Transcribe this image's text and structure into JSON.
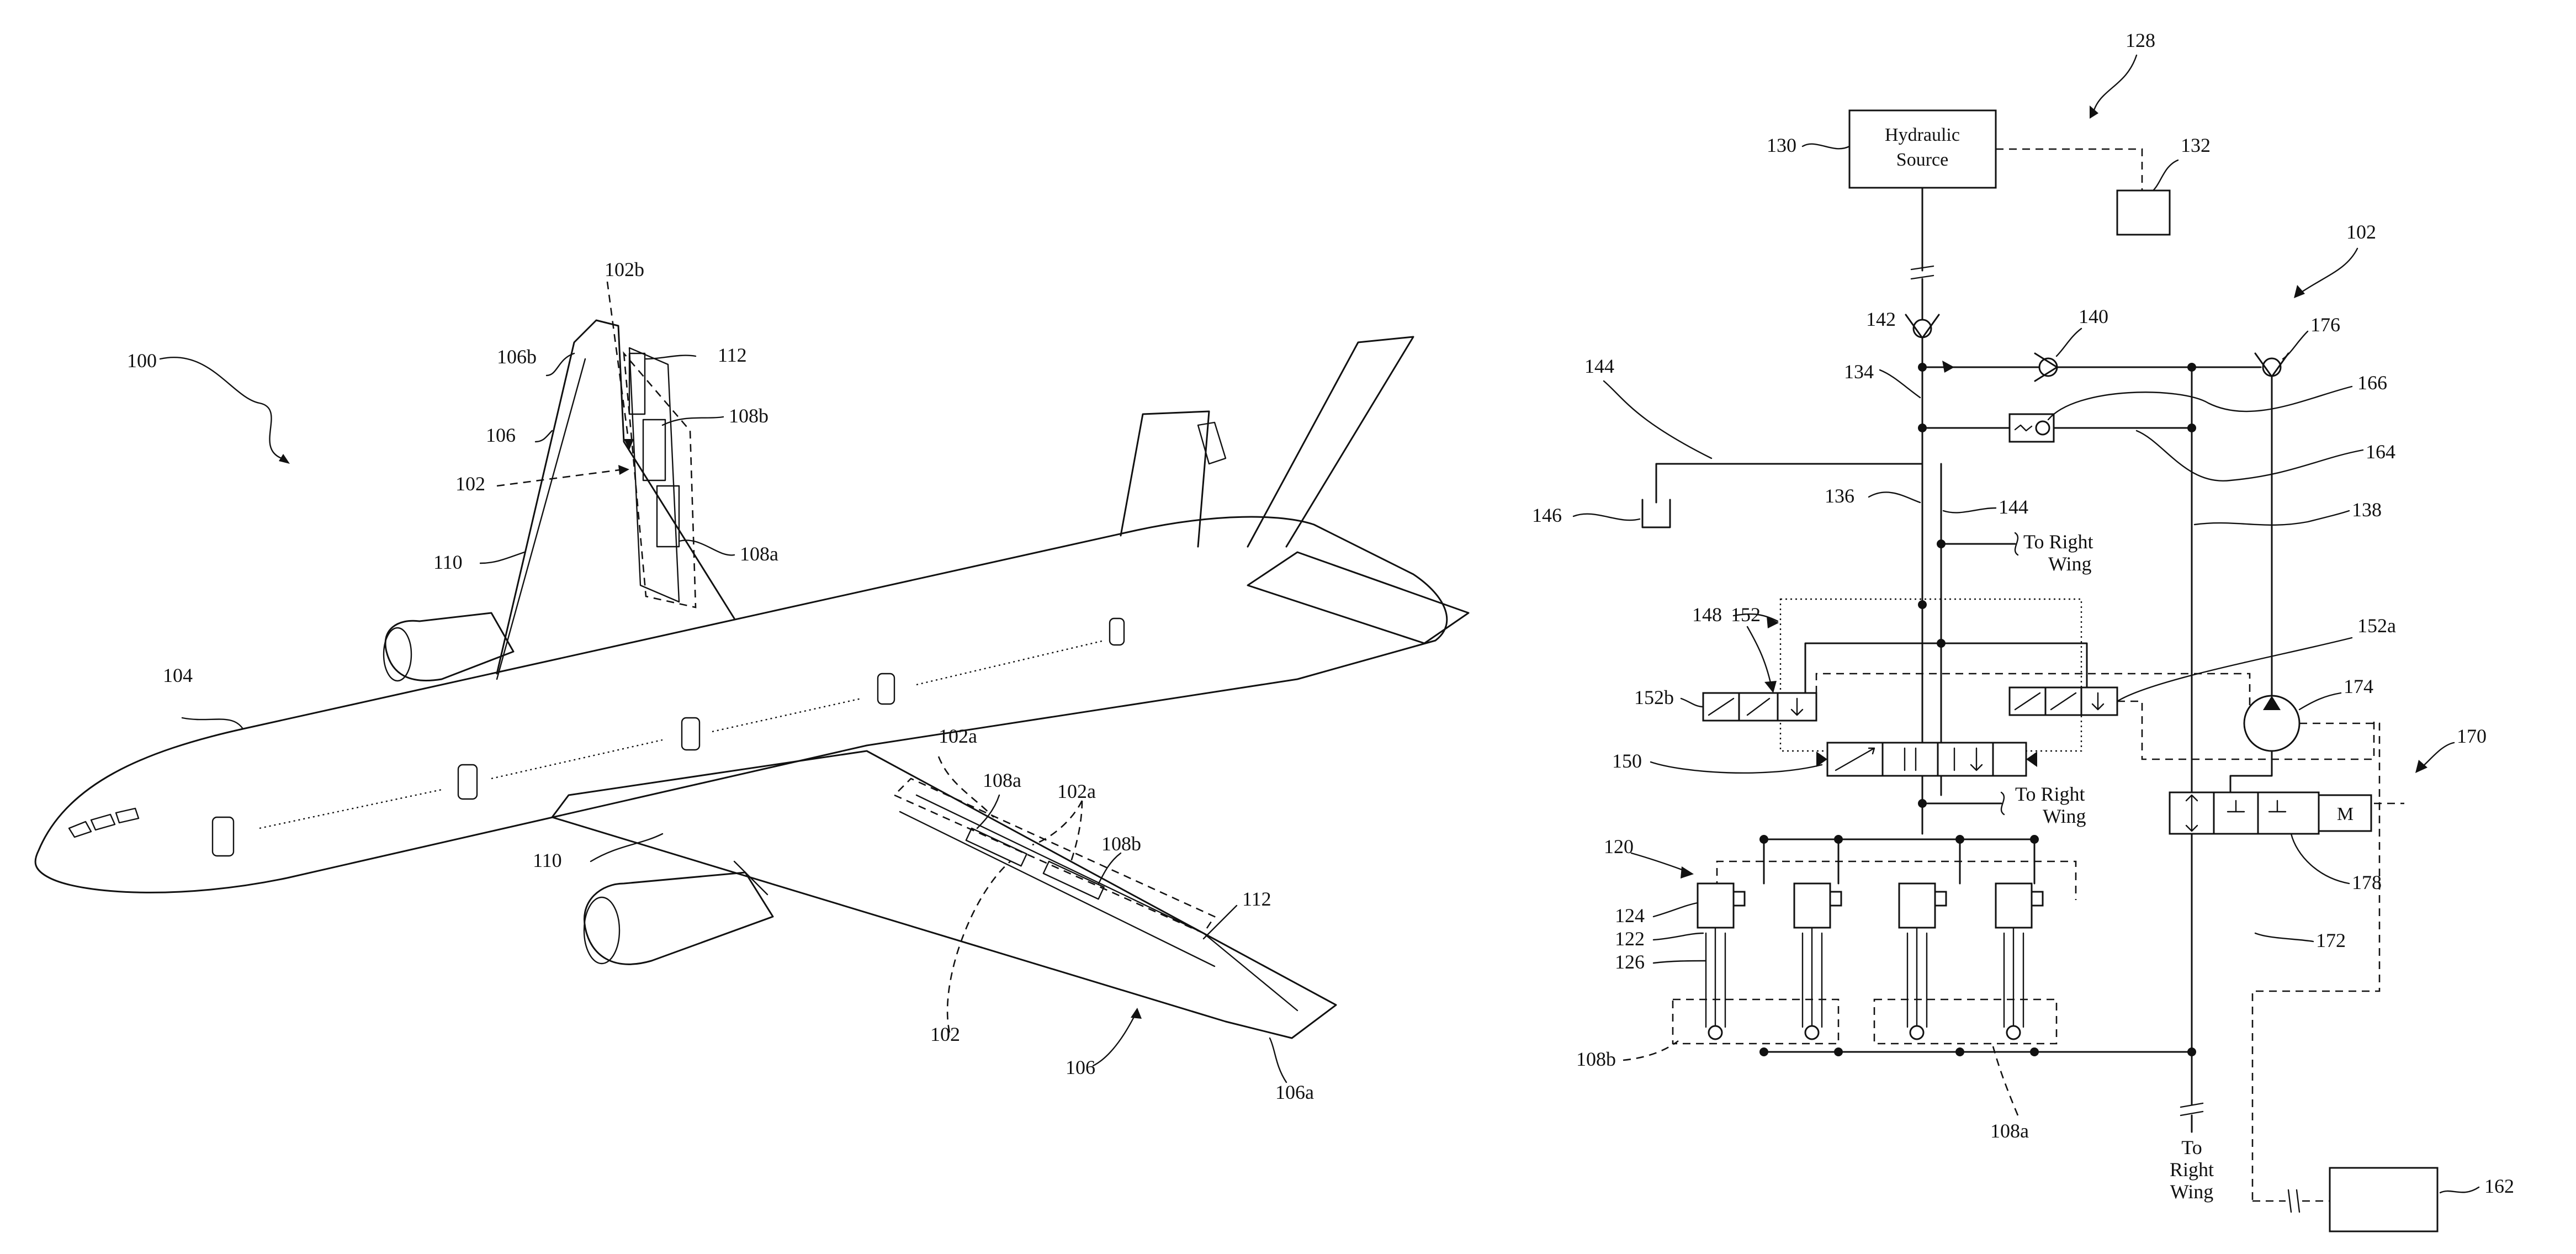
{
  "airplane_labels": {
    "aircraft": "100",
    "fuselage": "104",
    "wing_left": "106",
    "wing_left_tip": "106b",
    "wing_right": "106",
    "wing_right_tip": "106a",
    "system_left": "102",
    "system_left_b": "102b",
    "system_right": "102",
    "system_right_a1": "102a",
    "system_right_a2": "102a",
    "engine_left": "110",
    "engine_right": "110",
    "flap_left": "112",
    "flap_right": "112",
    "panel_left_a": "108a",
    "panel_left_b": "108b",
    "panel_right_a": "108a",
    "panel_right_b": "108b"
  },
  "schematic_labels": {
    "system_ref": "128",
    "hydraulic_source_line1": "Hydraulic",
    "hydraulic_source_line2": "Source",
    "source_ref": "130",
    "controller_ref": "132",
    "system_102": "102",
    "check_valve_142": "142",
    "check_valve_140": "140",
    "check_valve_176": "176",
    "line_134": "134",
    "line_144_top": "144",
    "line_144_mid": "144",
    "line_136": "136",
    "reservoir_146": "146",
    "valve_166": "166",
    "line_164": "164",
    "line_138": "138",
    "to_right_wing_1a": "To Right",
    "to_right_wing_1b": "Wing",
    "valve_152": "152",
    "valve_152a": "152a",
    "valve_152b": "152b",
    "module_148": "148",
    "valve_150": "150",
    "to_right_wing_2a": "To Right",
    "to_right_wing_2b": "Wing",
    "pump_174": "174",
    "module_170": "170",
    "motor_m": "M",
    "valve_178": "178",
    "actuators_120": "120",
    "actuator_124": "124",
    "actuator_122": "122",
    "actuator_126": "126",
    "line_172": "172",
    "panel_108b": "108b",
    "panel_108a": "108a",
    "to_line": "To",
    "right_line": "Right",
    "wing_line": "Wing",
    "unit_162": "162"
  }
}
